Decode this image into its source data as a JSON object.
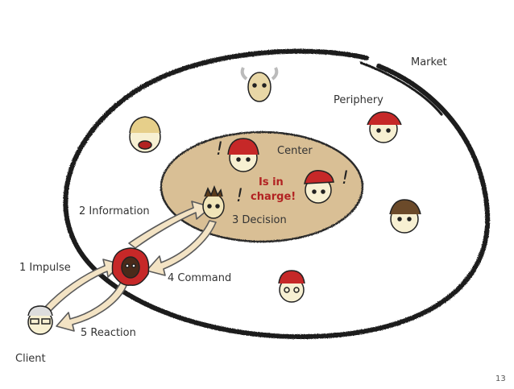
{
  "labels": {
    "market": "Market",
    "periphery": "Periphery",
    "center": "Center",
    "in_charge": [
      "Is in",
      "charge!"
    ],
    "information": "2 Information",
    "decision": "3 Decision",
    "impulse": "1 Impulse",
    "command": "4 Command",
    "reaction": "5 Reaction",
    "client": "Client",
    "page_number": "13",
    "exclamation": "!"
  },
  "colors": {
    "center_fill": "#d9bf95",
    "center_stroke": "#2a2a2a",
    "outline": "#1a1a1a",
    "arrow_fill": "#f3e3c4",
    "arrow_stroke": "#5a5a5a",
    "accent_red": "#b22222",
    "skin": "#f7f0d2",
    "text": "#333333"
  },
  "icons": [
    "face-icon",
    "arrow-icon"
  ]
}
